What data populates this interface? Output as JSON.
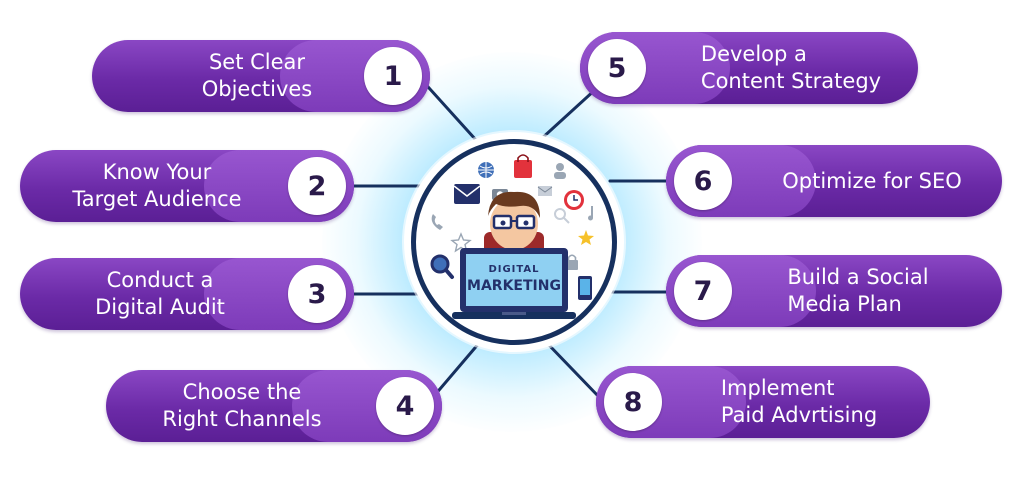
{
  "hub": {
    "line1": "DIGITAL",
    "line2": "MARKETING"
  },
  "steps": [
    {
      "number": "1",
      "line1": "Set Clear",
      "line2": "Objectives"
    },
    {
      "number": "2",
      "line1": "Know Your",
      "line2": "Target Audience"
    },
    {
      "number": "3",
      "line1": "Conduct a",
      "line2": "Digital Audit"
    },
    {
      "number": "4",
      "line1": "Choose the",
      "line2": "Right Channels"
    },
    {
      "number": "5",
      "line1": "Develop a",
      "line2": "Content Strategy"
    },
    {
      "number": "6",
      "line1": "Optimize for SEO",
      "line2": ""
    },
    {
      "number": "7",
      "line1": "Build a Social",
      "line2": "Media Plan"
    },
    {
      "number": "8",
      "line1": "Implement",
      "line2": "Paid Advrtising"
    }
  ],
  "colors": {
    "pill_dark": "#6b2aa7",
    "pill_light": "#8a47c4",
    "connector": "#16305e",
    "glow": "#5acdff",
    "number_circle": "#ffffff"
  },
  "icons": [
    "globe-icon",
    "shopping-bag-icon",
    "user-icon",
    "envelope-icon",
    "camera-icon",
    "clock-icon",
    "music-note-icon",
    "phone-icon",
    "star-icon",
    "magnifier-icon",
    "lock-icon",
    "heart-icon",
    "mobile-phone-icon",
    "laptop-icon",
    "person-avatar-icon"
  ]
}
